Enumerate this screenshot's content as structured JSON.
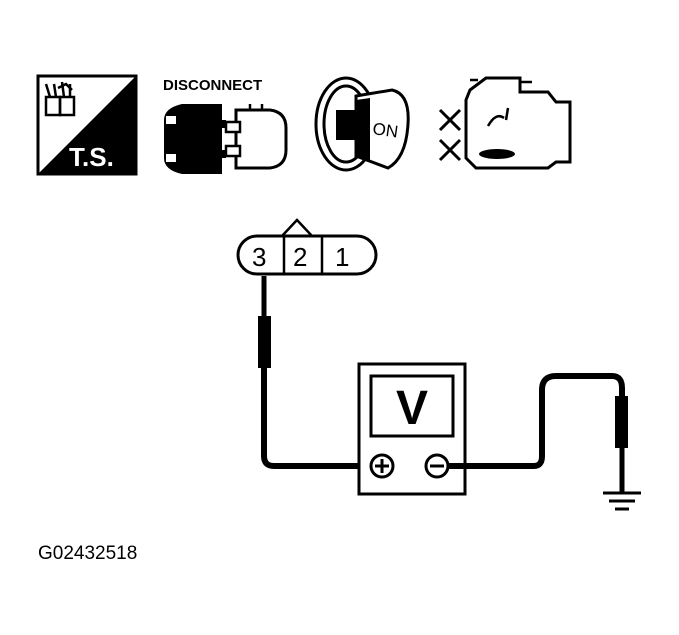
{
  "icons": {
    "ts_label": "T.S.",
    "disconnect_label": "DISCONNECT",
    "key_label": "ON"
  },
  "connector": {
    "pins": [
      "3",
      "2",
      "1"
    ]
  },
  "meter": {
    "label": "V"
  },
  "figure_code": "G02432518"
}
